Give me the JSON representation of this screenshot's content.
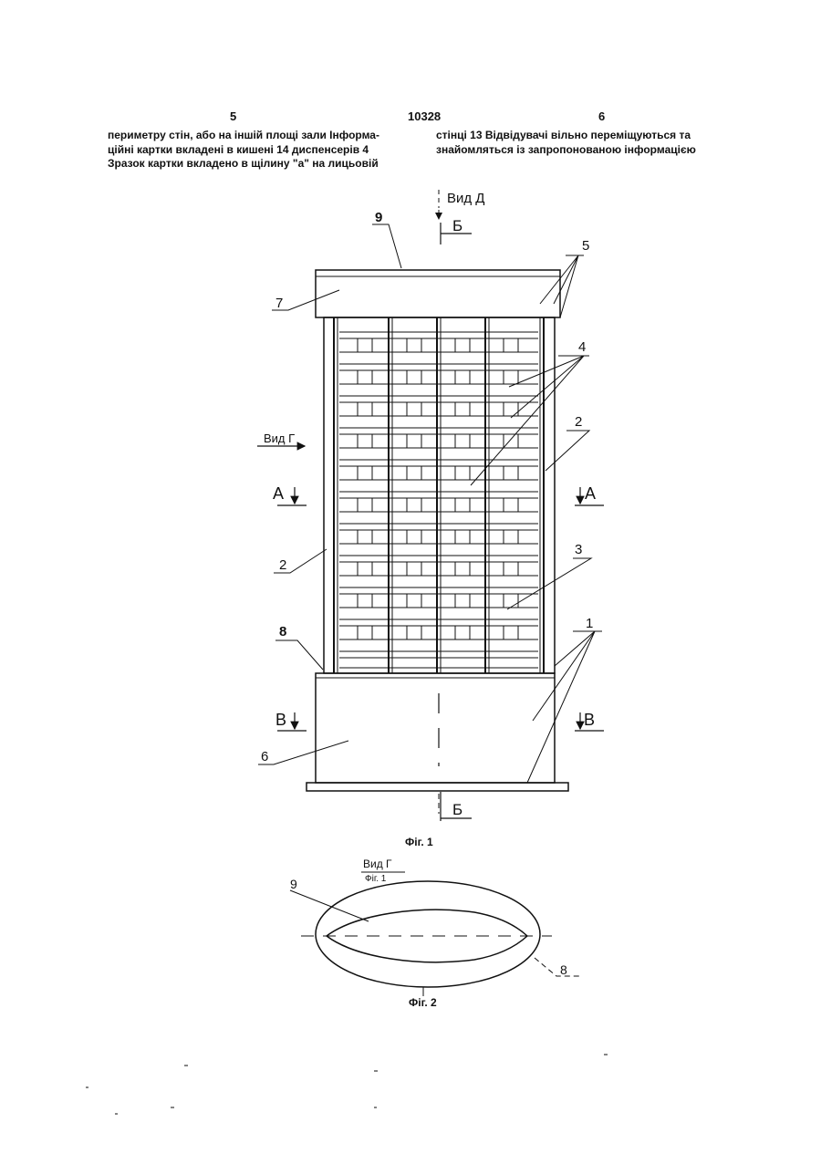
{
  "header": {
    "left_page": "5",
    "doc_number": "10328",
    "right_page": "6"
  },
  "text": {
    "left_lines": [
      "периметру стін, або на іншій площі зали Інформа-",
      "ційні картки вкладені в кишені 14 диспенсерів 4",
      "Зразок картки вкладено в щілину \"а\" на лицьовій"
    ],
    "right_lines": [
      "стінці 13 Відвідувачі вільно переміщуються та",
      "знайомляться із запропонованою інформацією"
    ]
  },
  "fig1": {
    "caption": "Фіг. 1",
    "view_d": "Вид Д",
    "view_g": "Вид Г",
    "section_b": "Б",
    "section_a": "А",
    "section_v": "В",
    "refs": {
      "r1": "1",
      "r2": "2",
      "r3": "3",
      "r4": "4",
      "r5": "5",
      "r6": "6",
      "r7": "7",
      "r8": "8",
      "r9": "9"
    }
  },
  "fig2": {
    "caption": "Фіг. 2",
    "view_title": "Вид Г",
    "view_ref": "Фіг. 1",
    "refs": {
      "r8": "8",
      "r9": "9"
    }
  }
}
